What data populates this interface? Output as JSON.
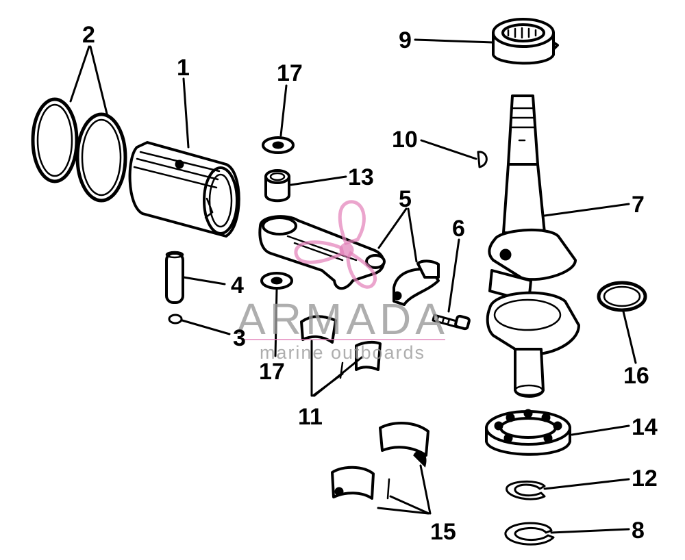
{
  "callouts": {
    "c1": "1",
    "c2": "2",
    "c3": "3",
    "c4": "4",
    "c5": "5",
    "c6": "6",
    "c7": "7",
    "c8": "8",
    "c9": "9",
    "c10": "10",
    "c11": "11",
    "c12": "12",
    "c13": "13",
    "c14": "14",
    "c15": "15",
    "c16": "16",
    "c17_top": "17",
    "c17_bottom": "17"
  },
  "watermark": {
    "brand": "ARMADA",
    "tagline": "marine outboards",
    "color": "#e27fb8"
  }
}
